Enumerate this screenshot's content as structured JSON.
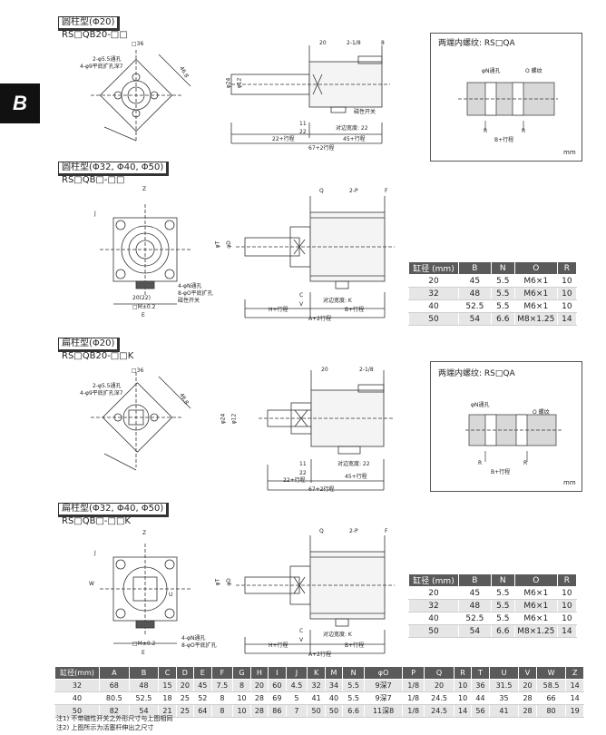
{
  "badge": "B",
  "sections": [
    {
      "title": "圆柱型(Φ20)",
      "subtitle": "RS□QB20-□□"
    },
    {
      "title": "圆柱型(Φ32, Φ40, Φ50)",
      "subtitle": "RS□QB□-□□"
    },
    {
      "title": "扁柱型(Φ20)",
      "subtitle": "RS□QB20-□□K"
    },
    {
      "title": "扁柱型(Φ32, Φ40, Φ50)",
      "subtitle": "RS□QB□-□□K"
    }
  ],
  "drawing_labels": {
    "s1": {
      "sq": "□36",
      "hole1": "2-φ5.5通孔",
      "hole2": "4-φ9平底扩孔深7",
      "d468": "46.8",
      "d20": "20",
      "d218": "2-1/8",
      "d8": "8",
      "phi24": "φ24",
      "phi12": "φ12",
      "d11": "11",
      "d22": "22",
      "flat": "对边宽度: 22",
      "switch": "磁性开关",
      "s22": "22+行程",
      "s45": "45+行程",
      "s67": "67+2行程"
    },
    "s2": {
      "Q": "Q",
      "P": "2-P",
      "F": "F",
      "Z": "Z",
      "J": "J",
      "phiT": "φT",
      "phiD": "φD",
      "hole1": "4-φN通孔",
      "hole2": "8-φO平底扩孔",
      "switch": "磁性开关",
      "C": "C",
      "V": "V",
      "flat": "对边宽度: K",
      "H": "H+行程",
      "B": "B+行程",
      "A": "A+2行程",
      "E": "E",
      "M": "□M±0.2",
      "L": "20(22)"
    },
    "s3": {
      "sq": "□36",
      "hole1": "2-φ5.5通孔",
      "hole2": "4-φ9平底扩孔深7",
      "d468": "46.8",
      "d20": "20",
      "d218": "2-1/8",
      "phi24": "φ24",
      "phi12": "φ12",
      "d11": "11",
      "d22": "22",
      "flat": "对边宽度: 22",
      "s22": "22+行程",
      "s45": "45+行程",
      "s67": "67+2行程"
    },
    "s4": {
      "Q": "Q",
      "P": "2-P",
      "F": "F",
      "Z": "Z",
      "J": "J",
      "W": "W",
      "phiT": "φT",
      "phiD": "φD",
      "hole1": "4-φN通孔",
      "hole2": "8-φO平底扩孔",
      "C": "C",
      "V": "V",
      "flat": "对边宽度: K",
      "H": "H+行程",
      "B": "B+行程",
      "A": "A+2行程",
      "E": "E",
      "M": "□M±0.2",
      "U": "U"
    }
  },
  "rod_end_boxes": [
    {
      "title": "两端内螺纹: RS□QA",
      "n_hole": "φN通孔",
      "o_thread": "O 螺纹",
      "r1": "R",
      "r2": "R",
      "b": "B+行程",
      "unit": "mm"
    },
    {
      "title": "两端内螺纹: RS□QA",
      "n_hole": "φN通孔",
      "o_thread": "O 螺纹",
      "r1": "R",
      "r2": "R",
      "b": "B+行程",
      "unit": "mm"
    }
  ],
  "small_tables": [
    {
      "headers": [
        "缸径 (mm)",
        "B",
        "N",
        "O",
        "R"
      ],
      "rows": [
        [
          "20",
          "45",
          "5.5",
          "M6×1",
          "10"
        ],
        [
          "32",
          "48",
          "5.5",
          "M6×1",
          "10"
        ],
        [
          "40",
          "52.5",
          "5.5",
          "M6×1",
          "10"
        ],
        [
          "50",
          "54",
          "6.6",
          "M8×1.25",
          "14"
        ]
      ]
    },
    {
      "headers": [
        "缸径 (mm)",
        "B",
        "N",
        "O",
        "R"
      ],
      "rows": [
        [
          "20",
          "45",
          "5.5",
          "M6×1",
          "10"
        ],
        [
          "32",
          "48",
          "5.5",
          "M6×1",
          "10"
        ],
        [
          "40",
          "52.5",
          "5.5",
          "M6×1",
          "10"
        ],
        [
          "50",
          "54",
          "6.6",
          "M8×1.25",
          "14"
        ]
      ]
    }
  ],
  "main_table": {
    "headers": [
      "缸径(mm)",
      "A",
      "B",
      "C",
      "D",
      "E",
      "F",
      "G",
      "H",
      "I",
      "J",
      "K",
      "M",
      "N",
      "φO",
      "P",
      "Q",
      "R",
      "T",
      "U",
      "V",
      "W",
      "Z"
    ],
    "rows": [
      [
        "32",
        "68",
        "48",
        "15",
        "20",
        "45",
        "7.5",
        "8",
        "20",
        "60",
        "4.5",
        "32",
        "34",
        "5.5",
        "9深7",
        "1/8",
        "20",
        "10",
        "36",
        "31.5",
        "20",
        "58.5",
        "14"
      ],
      [
        "40",
        "80.5",
        "52.5",
        "18",
        "25",
        "52",
        "8",
        "10",
        "28",
        "69",
        "5",
        "41",
        "40",
        "5.5",
        "9深7",
        "1/8",
        "24.5",
        "10",
        "44",
        "35",
        "28",
        "66",
        "14"
      ],
      [
        "50",
        "82",
        "54",
        "21",
        "25",
        "64",
        "8",
        "10",
        "28",
        "86",
        "7",
        "50",
        "50",
        "6.6",
        "11深8",
        "1/8",
        "24.5",
        "14",
        "56",
        "41",
        "28",
        "80",
        "19"
      ]
    ]
  },
  "notes": [
    "注1) 不带磁性开关之外形尺寸与上图相同",
    "注2) 上图所示为活塞杆伸出之尺寸"
  ]
}
